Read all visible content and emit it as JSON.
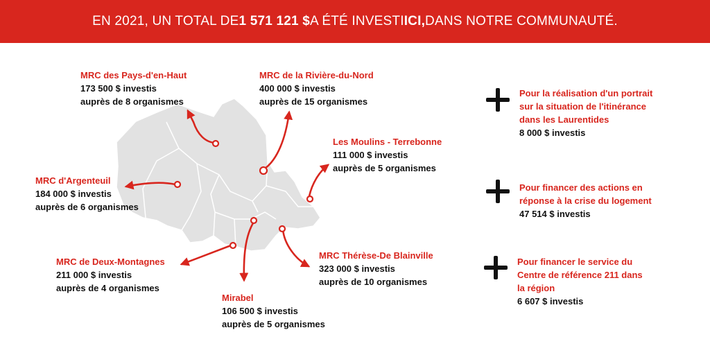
{
  "banner": {
    "prefix": "EN 2021, UN TOTAL DE ",
    "amount": "1 571 121 $",
    "middle": " A ÉTÉ INVESTI ",
    "here": "ICI,",
    "suffix": " DANS NOTRE COMMUNAUTÉ."
  },
  "regions": [
    {
      "name": "MRC des Pays-d'en-Haut",
      "amount": "173 500 $ investis",
      "orgs": "auprès de 8 organismes"
    },
    {
      "name": "MRC de la Rivière-du-Nord",
      "amount": "400 000 $ investis",
      "orgs": "auprès de 15 organismes"
    },
    {
      "name": "Les Moulins - Terrebonne",
      "amount": "111 000 $ investis",
      "orgs": "auprès de 5 organismes"
    },
    {
      "name": "MRC d'Argenteuil",
      "amount": "184 000 $ investis",
      "orgs": "auprès de 6 organismes"
    },
    {
      "name": "MRC de Deux-Montagnes",
      "amount": "211 000 $ investis",
      "orgs": "auprès de 4 organismes"
    },
    {
      "name": "Mirabel",
      "amount": "106 500 $ investis",
      "orgs": "auprès de 5 organismes"
    },
    {
      "name": "MRC Thérèse-De Blainville",
      "amount": "323 000 $ investis",
      "orgs": "auprès de 10 organismes"
    }
  ],
  "extras": [
    {
      "lines": [
        "Pour la réalisation d'un portrait",
        "sur la situation de l'itinérance",
        "dans les Laurentides"
      ],
      "amount": "8 000 $ investis"
    },
    {
      "lines": [
        "Pour financer des actions en",
        "réponse à la crise du logement"
      ],
      "amount": "47 514 $ investis"
    },
    {
      "lines": [
        "Pour financer le service du",
        "Centre de référence 211 dans",
        "la région"
      ],
      "amount": "6 607 $ investis"
    }
  ],
  "colors": {
    "accent": "#d8261e",
    "map_fill": "#e2e2e2",
    "text": "#111111"
  },
  "icons": {
    "plus": "plus-icon",
    "pin": "map-pin-icon"
  }
}
